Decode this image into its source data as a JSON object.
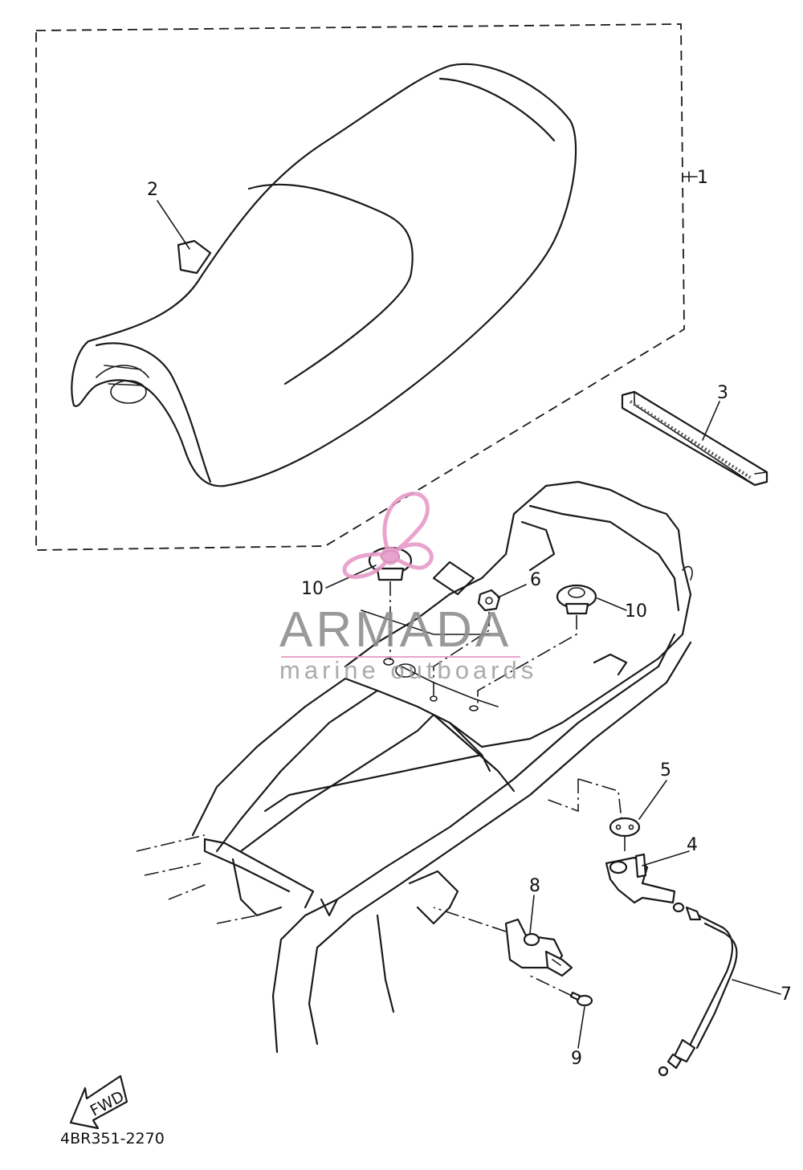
{
  "callouts": {
    "c1": "1",
    "c2": "2",
    "c3": "3",
    "c4": "4",
    "c5": "5",
    "c6": "6",
    "c7": "7",
    "c8": "8",
    "c9": "9",
    "c10a": "10",
    "c10b": "10"
  },
  "fwd_label": "FWD",
  "diagram_code": "4BR351-2270",
  "watermark": {
    "title": "ARMADA",
    "subtitle": "marine outboards",
    "logo": "propeller-logo",
    "logo_color": "#e79bc8",
    "text_color": "#8e8e8e"
  }
}
